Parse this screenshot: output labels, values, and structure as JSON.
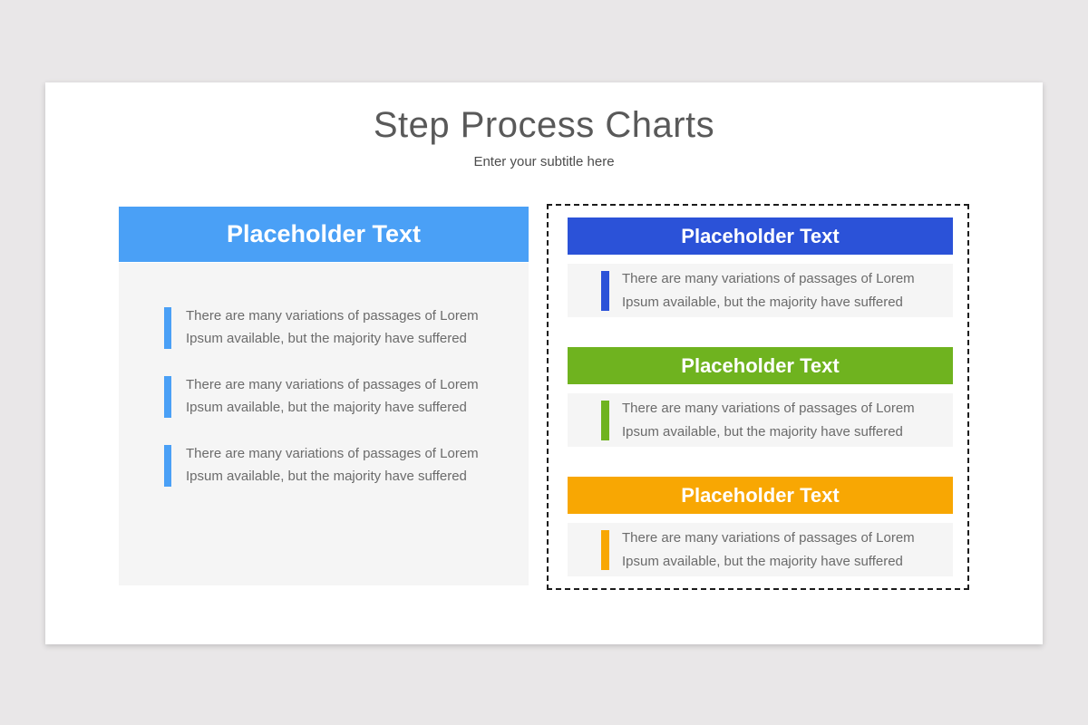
{
  "slide": {
    "title": "Step Process Charts",
    "subtitle": "Enter your subtitle here"
  },
  "colors": {
    "page_background": "#e9e7e8",
    "card_background": "#ffffff",
    "panel_background": "#f5f5f5",
    "title_text": "#595959",
    "body_text": "#6b6b6b",
    "light_blue": "#4aa0f6",
    "dark_blue": "#2b52d8",
    "green": "#6fb31f",
    "orange": "#f8a703"
  },
  "left_panel": {
    "header_label": "Placeholder Text",
    "accent_color": "#4aa0f6",
    "items": [
      {
        "line1": "There are many variations of passages of Lorem",
        "line2": "Ipsum available, but the majority have suffered"
      },
      {
        "line1": "There are many variations of passages of Lorem",
        "line2": "Ipsum available, but the majority have suffered"
      },
      {
        "line1": "There are many variations of passages of Lorem",
        "line2": "Ipsum available, but the majority have suffered"
      }
    ]
  },
  "right_panel": {
    "sections": [
      {
        "header_label": "Placeholder Text",
        "accent_color": "#2b52d8",
        "body": {
          "line1": "There are many variations of passages of Lorem",
          "line2": "Ipsum available, but the majority have suffered"
        }
      },
      {
        "header_label": "Placeholder Text",
        "accent_color": "#6fb31f",
        "body": {
          "line1": "There are many variations of passages of Lorem",
          "line2": "Ipsum available, but the majority have suffered"
        }
      },
      {
        "header_label": "Placeholder Text",
        "accent_color": "#f8a703",
        "body": {
          "line1": "There are many variations of passages of Lorem",
          "line2": "Ipsum available, but the majority have suffered"
        }
      }
    ]
  }
}
